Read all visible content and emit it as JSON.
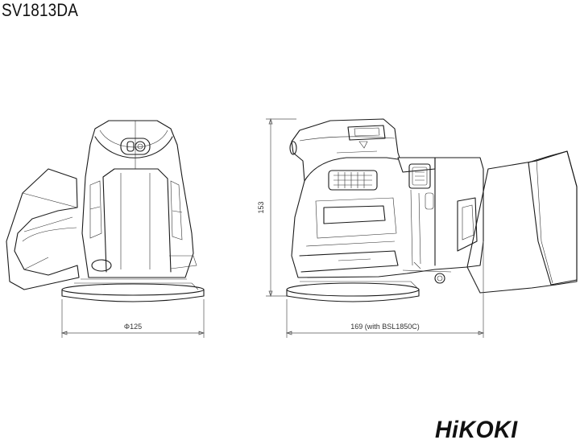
{
  "title": "SV1813DA",
  "dimensions": {
    "width_front": "Φ125",
    "height": "153",
    "length_side": "169 (with BSL1850C)"
  },
  "brand": {
    "logo_text": "HiKOKI"
  }
}
